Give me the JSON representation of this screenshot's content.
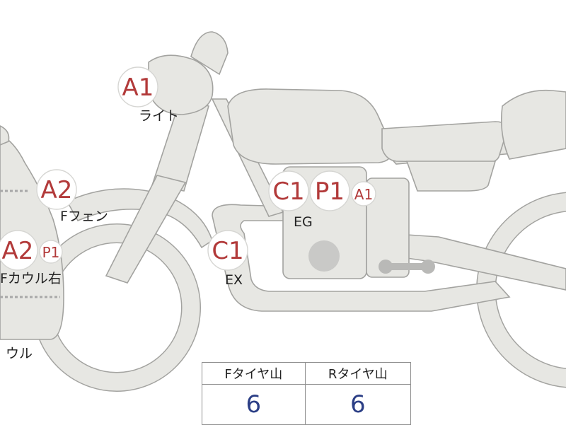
{
  "badges": {
    "light": "A1",
    "front_fender": "A2",
    "front_cowl": "A2",
    "front_cowl_sub": "P1",
    "exhaust": "C1",
    "engine_c": "C1",
    "engine_p": "P1",
    "engine_a": "A1"
  },
  "labels": {
    "light": "ライト",
    "front_fender": "Fフェン",
    "front_cowl": "Fカウル右",
    "exhaust": "EX",
    "engine": "EG",
    "cowl_bottom": "ウル"
  },
  "tread_table": {
    "headers": [
      "Fタイヤ山",
      "Rタイヤ山"
    ],
    "values": [
      "6",
      "6"
    ]
  },
  "colors": {
    "badge_text": "#b23a3a",
    "table_value": "#2c3f86",
    "bike_fill": "#e7e7e3",
    "bike_outline": "#a3a3a0"
  }
}
